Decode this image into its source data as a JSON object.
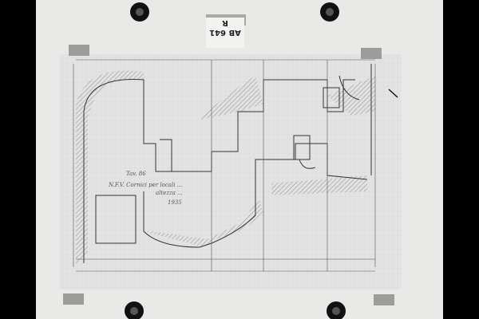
{
  "label": {
    "code": "AB 641 R"
  },
  "notes": {
    "sheet": "Tav. 86",
    "title": "N.F.V. Cornici per locali ...",
    "height": "altezza ...",
    "year": "1935"
  }
}
